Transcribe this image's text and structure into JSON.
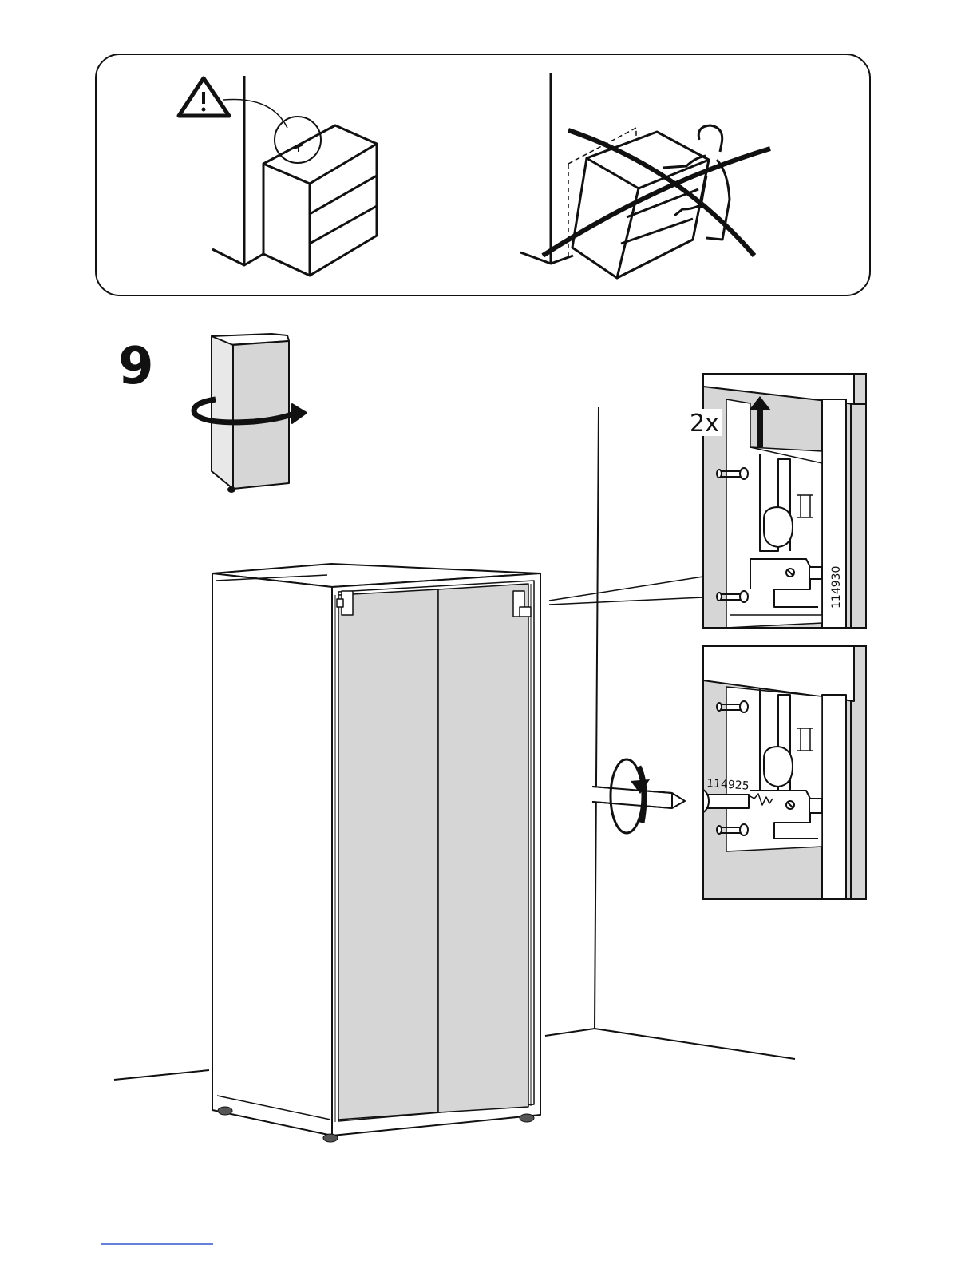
{
  "step": {
    "number": "9"
  },
  "detail_top": {
    "quantity": "2x",
    "part_code": "114930",
    "mark": "II"
  },
  "detail_bottom": {
    "part_code": "114925",
    "mark": "II"
  },
  "icons": [
    "warning-icon",
    "rotate-arrow-icon",
    "screwdriver-icon"
  ],
  "colors": {
    "line": "#111111",
    "fill_grey": "#d6d6d6",
    "background": "#ffffff",
    "footer_link": "#3355cc"
  }
}
